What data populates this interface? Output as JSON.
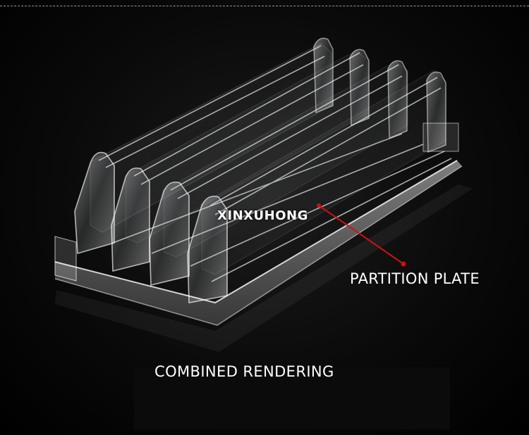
{
  "watermark": "XINXUHONG",
  "callout": {
    "label": "PARTITION PLATE",
    "line_color": "#cc1111"
  },
  "caption": "COMBINED RENDERING"
}
